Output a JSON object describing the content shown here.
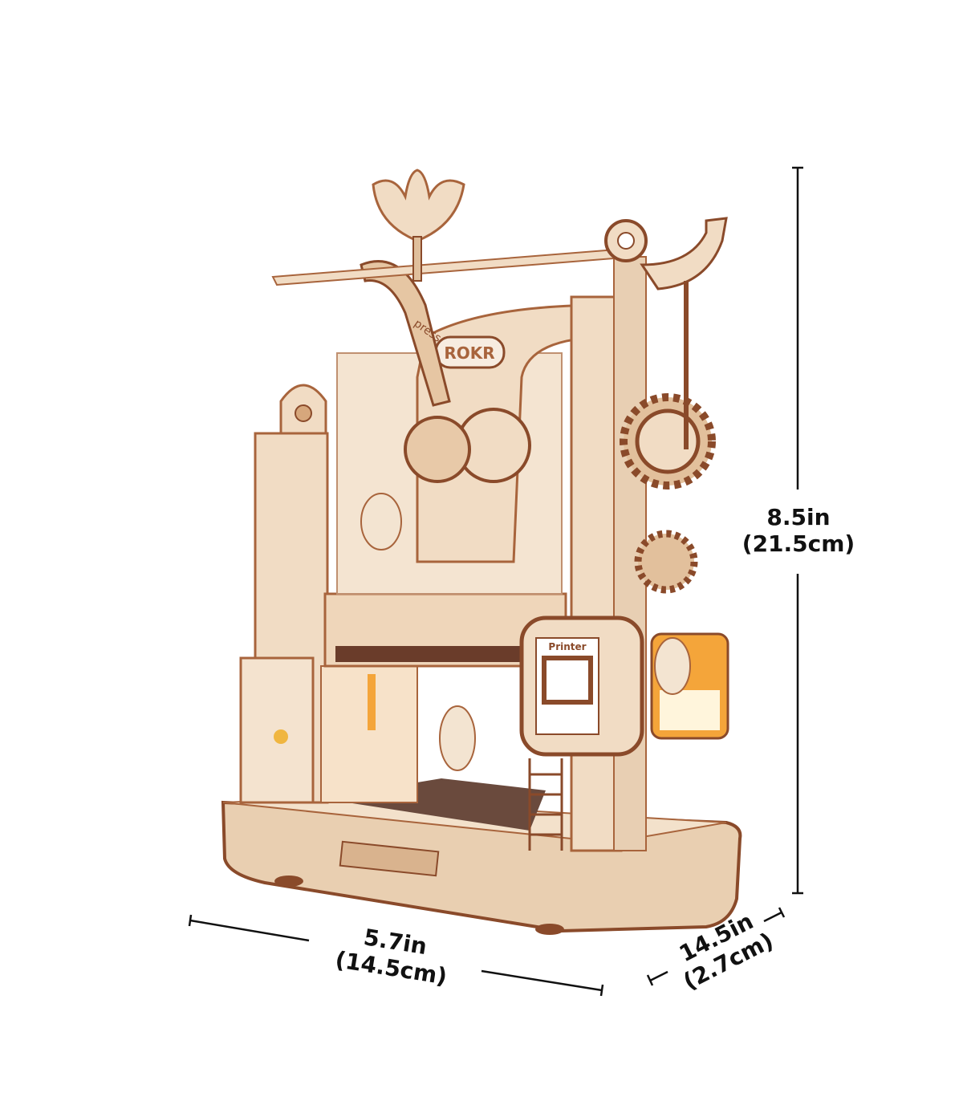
{
  "product": {
    "brand_mark": "ROKR",
    "engraved_words": [
      "press",
      "Printer"
    ],
    "colors": {
      "light_wood": "#f1dcc4",
      "mid_wood": "#e0bf9c",
      "dark_wood": "#8a4a2a",
      "lamp": "#f4a53a"
    }
  },
  "dimensions": {
    "height": {
      "imperial": "8.5in",
      "metric": "(21.5cm)"
    },
    "width": {
      "imperial": "5.7in",
      "metric": "(14.5cm)"
    },
    "depth": {
      "imperial": "14.5in",
      "metric": "(2.7cm)"
    }
  }
}
